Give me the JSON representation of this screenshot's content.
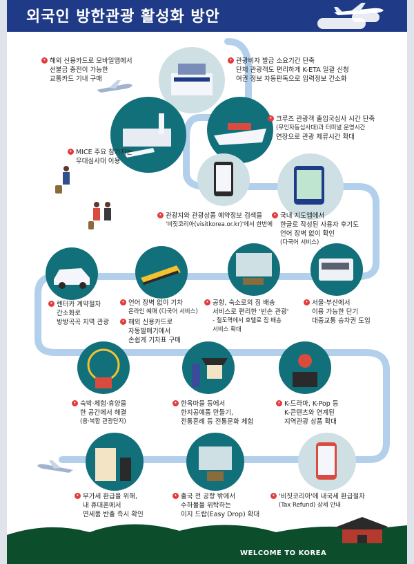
{
  "title": "외국인 방한관광 활성화 방안",
  "footer": {
    "text": "WELCOME TO KOREA"
  },
  "items": [
    {
      "id": "transit-card",
      "lines": [
        "해외 신용카드로 모바일앱에서",
        "선불금 충전이 가능한",
        "교통카드 기내 구매"
      ]
    },
    {
      "id": "visa",
      "lines": [
        "관광비자 발급 소요기간 단축",
        "단체 관광객도 편리하게 K-ETA 일괄 신청",
        "여권 정보 자동판독으로 입력정보 간소화"
      ]
    },
    {
      "id": "cruise",
      "lines": [
        "크루즈 관광객 출입국심사 시간 단축",
        "(무인자동심사대)과 터미널 운영시간",
        "연장으로 관광 체류시간 확대"
      ]
    },
    {
      "id": "mice",
      "lines": [
        "MICE 주요 참가자는",
        "우대심사대 이용"
      ]
    },
    {
      "id": "visitkorea",
      "lines": [
        "관광지와 관광상품 예약정보 검색을",
        "'비짓코리아(visitkorea.or.kr)'에서 한번에"
      ]
    },
    {
      "id": "map-app",
      "lines": [
        "국내 지도앱에서",
        "한글로 작성된 사용자 후기도",
        "언어 장벽 없이 확인"
      ],
      "note": "(다국어 서비스)"
    },
    {
      "id": "rental",
      "lines": [
        "렌터카 계약절차",
        "간소화로",
        "방방곡곡 지역 관광"
      ]
    },
    {
      "id": "train",
      "lines": [
        "언어 장벽 없이 기차",
        "온라인 예매 (다국어 서비스)"
      ]
    },
    {
      "id": "train-card",
      "lines": [
        "해외 신용카드로",
        "자동발매기에서",
        "손쉽게 기차표 구매"
      ]
    },
    {
      "id": "luggage",
      "lines": [
        "공항, 숙소로의 짐 배송",
        "서비스로 편리한 '빈손 관광'",
        "- 철도역에서 호텔로 짐 배송",
        "서비스 확대"
      ]
    },
    {
      "id": "pass",
      "lines": [
        "서울·부산에서",
        "이용 가능한 단기",
        "대중교통 승차권 도입"
      ]
    },
    {
      "id": "lodging",
      "lines": [
        "숙박·체험·휴양을",
        "한 공간에서 해결"
      ],
      "note": "(융·복합 관광단지)"
    },
    {
      "id": "hanok",
      "lines": [
        "한옥마을 등에서",
        "한지공예품 만들기,",
        "전통혼례 등 전통문화 체험"
      ]
    },
    {
      "id": "kculture",
      "lines": [
        "K-드라마, K-Pop 등",
        "K-콘텐츠와 연계된",
        "지역관광 상품 확대"
      ]
    },
    {
      "id": "vat",
      "lines": [
        "부가세 환급을 위해,",
        "내 휴대폰에서",
        "면세품 반출 즉시 확인"
      ]
    },
    {
      "id": "easydrop",
      "lines": [
        "출국 전 공항 밖에서",
        "수하물을 위탁하는",
        "이지 드랍(Easy Drop) 확대"
      ]
    },
    {
      "id": "taxrefund",
      "lines": [
        "'비짓코리아'에 내국세 환급절차",
        "(Tax Refund) 상세 안내"
      ]
    }
  ]
}
